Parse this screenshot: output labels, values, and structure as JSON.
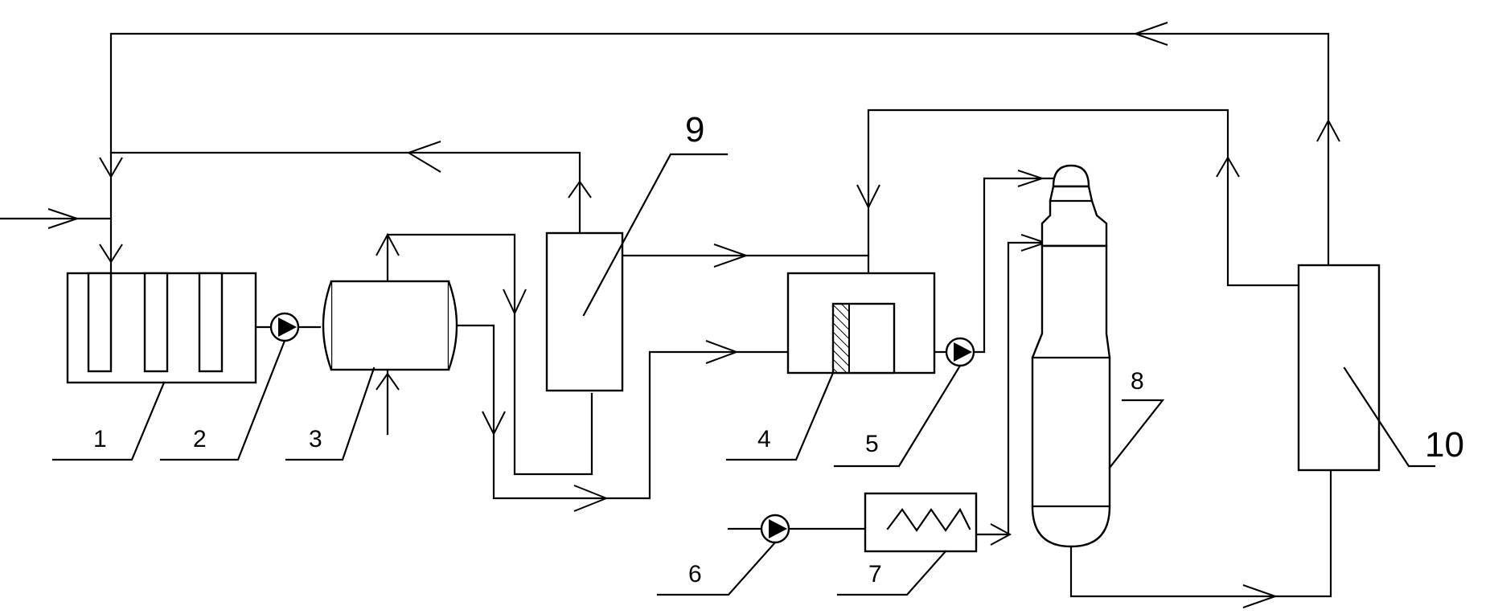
{
  "diagram": {
    "labels": {
      "unit_1": "1",
      "unit_2": "2",
      "unit_3": "3",
      "unit_4": "4",
      "unit_5": "5",
      "unit_6": "6",
      "unit_7": "7",
      "unit_8": "8",
      "unit_9": "9",
      "unit_10": "10"
    }
  }
}
